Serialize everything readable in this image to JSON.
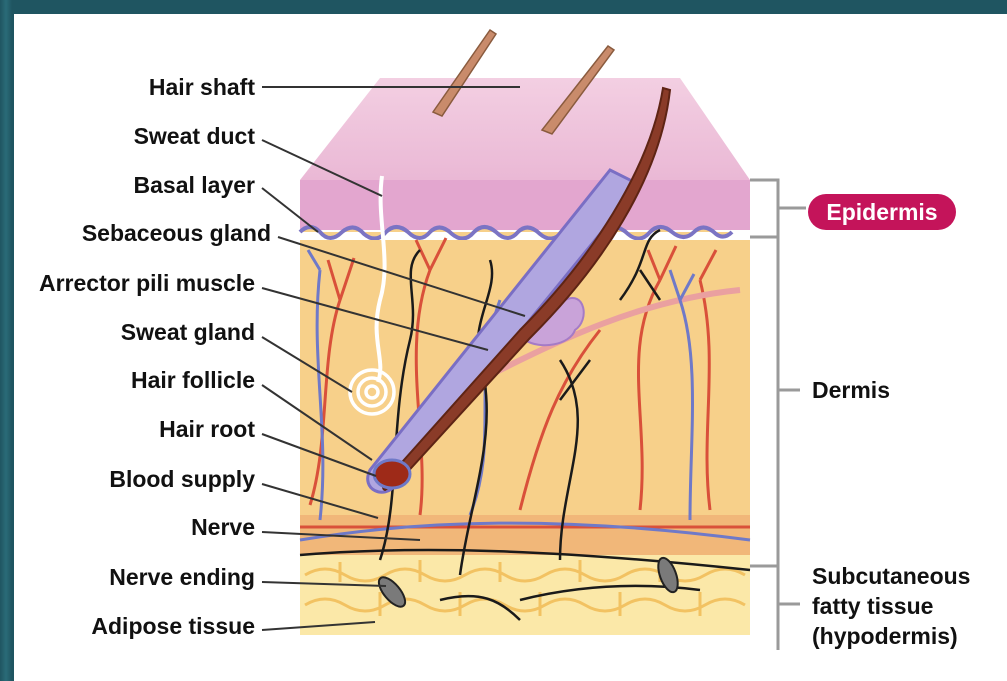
{
  "labels": {
    "hair_shaft": "Hair shaft",
    "sweat_duct": "Sweat duct",
    "basal_layer": "Basal layer",
    "sebaceous_gland": "Sebaceous gland",
    "arrector_pili": "Arrector pili muscle",
    "sweat_gland": "Sweat gland",
    "hair_follicle": "Hair follicle",
    "hair_root": "Hair root",
    "blood_supply": "Blood supply",
    "nerve": "Nerve",
    "nerve_ending": "Nerve ending",
    "adipose_tissue": "Adipose tissue"
  },
  "layers": {
    "epidermis": "Epidermis",
    "dermis": "Dermis",
    "subcutaneous_1": "Subcutaneous",
    "subcutaneous_2": "fatty tissue",
    "subcutaneous_3": "(hypodermis)"
  },
  "colors": {
    "epidermis_top": "#f0c6dc",
    "epidermis_band": "#df9cc8",
    "dermis": "#f7d08a",
    "hypodermis": "#fbe8a8",
    "artery": "#d9503a",
    "vein": "#6f79c8",
    "nerve": "#1a1a1a",
    "badge": "#c4145a"
  }
}
